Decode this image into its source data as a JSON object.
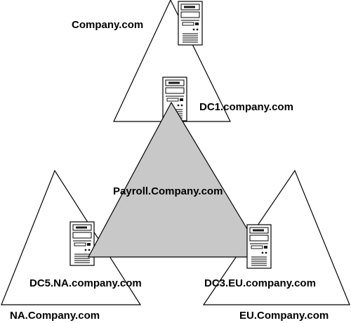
{
  "domains": {
    "root": "Company.com",
    "na": "NA.Company.com",
    "eu": "EU.Company.com",
    "payroll": "Payroll.Company.com"
  },
  "servers": {
    "dc1": "DC1.company.com",
    "dc5": "DC5.NA.company.com",
    "dc3": "DC3.EU.company.com"
  },
  "colors": {
    "background": "#ffffff",
    "triangle_fill": "#ffffff",
    "payroll_fill": "#c8c8c8",
    "outline": "#000000",
    "server_body": "#ffffff",
    "server_dark": "#1a1a1a"
  }
}
